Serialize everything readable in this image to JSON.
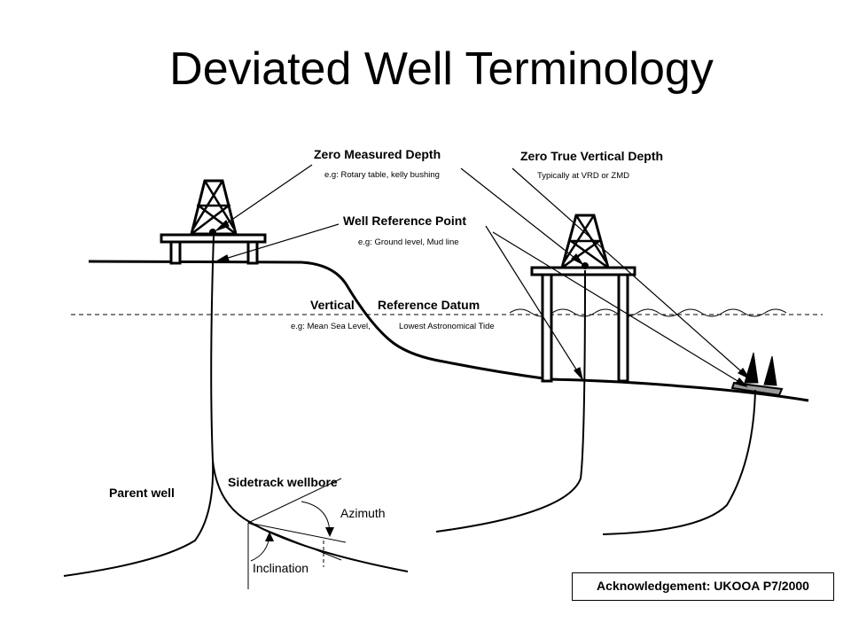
{
  "title": "Deviated Well Terminology",
  "labels": {
    "zero_measured_depth": "Zero Measured Depth",
    "zero_measured_depth_note": "e.g: Rotary table, kelly bushing",
    "zero_true_vertical_depth": "Zero True Vertical Depth",
    "zero_true_vertical_depth_note": "Typically at VRD or ZMD",
    "well_reference_point": "Well Reference Point",
    "well_reference_point_note": "e.g: Ground level, Mud line",
    "vertical": "Vertical",
    "reference_datum": "Reference Datum",
    "datum_note_left": "e.g: Mean Sea Level,",
    "datum_note_right": "Lowest Astronomical Tide",
    "parent_well": "Parent well",
    "sidetrack_wellbore": "Sidetrack wellbore",
    "azimuth": "Azimuth",
    "inclination": "Inclination"
  },
  "acknowledgement": "Acknowledgement: UKOOA P7/2000"
}
